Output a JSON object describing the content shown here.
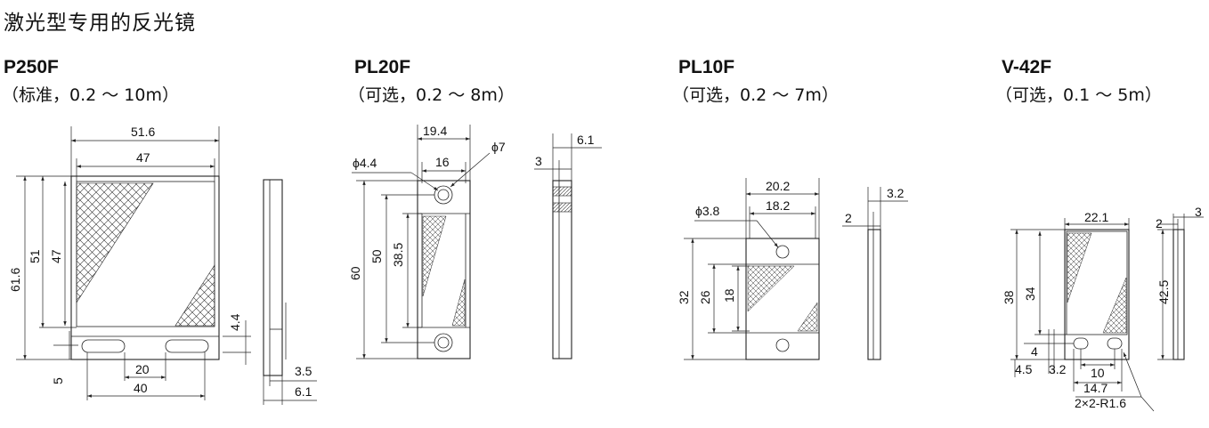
{
  "title": "激光型专用的反光镜",
  "reflectors": [
    {
      "model": "P250F",
      "note": "（标准，0.2 ～ 10m）",
      "dims": {
        "w_outer": "51.6",
        "w_inner": "47",
        "h_outer": "61.6",
        "h_mid": "51",
        "h_inner": "47",
        "tab": "4.4",
        "bottom": "5",
        "hole_pitch": "20",
        "hole_span": "40",
        "side_t1": "3.5",
        "side_t2": "6.1"
      }
    },
    {
      "model": "PL20F",
      "note": "（可选，0.2 ～ 8m）",
      "dims": {
        "w_outer": "19.4",
        "w_inner": "16",
        "hole_small": "ϕ4.4",
        "hole_big": "ϕ7",
        "h_outer": "60",
        "h_mid": "50",
        "h_inner": "38.5",
        "side_t1": "3",
        "side_t2": "6.1"
      }
    },
    {
      "model": "PL10F",
      "note": "（可选，0.2 ～ 7m）",
      "dims": {
        "w_outer": "20.2",
        "w_inner": "18.2",
        "hole": "ϕ3.8",
        "h_outer": "32",
        "h_mid": "26",
        "h_inner": "18",
        "side_t1": "2",
        "side_t2": "3.2"
      }
    },
    {
      "model": "V-42F",
      "note": "（可选，0.1 ～ 5m）",
      "dims": {
        "w_outer": "22.1",
        "h_outer": "38",
        "h_inner": "34",
        "h_side": "42.5",
        "tab": "4",
        "off1": "4.5",
        "off2": "3.2",
        "hole_pitch": "10",
        "hole_span": "14.7",
        "holes": "2×2-R1.6",
        "side_t1": "2",
        "side_t2": "3"
      }
    }
  ]
}
